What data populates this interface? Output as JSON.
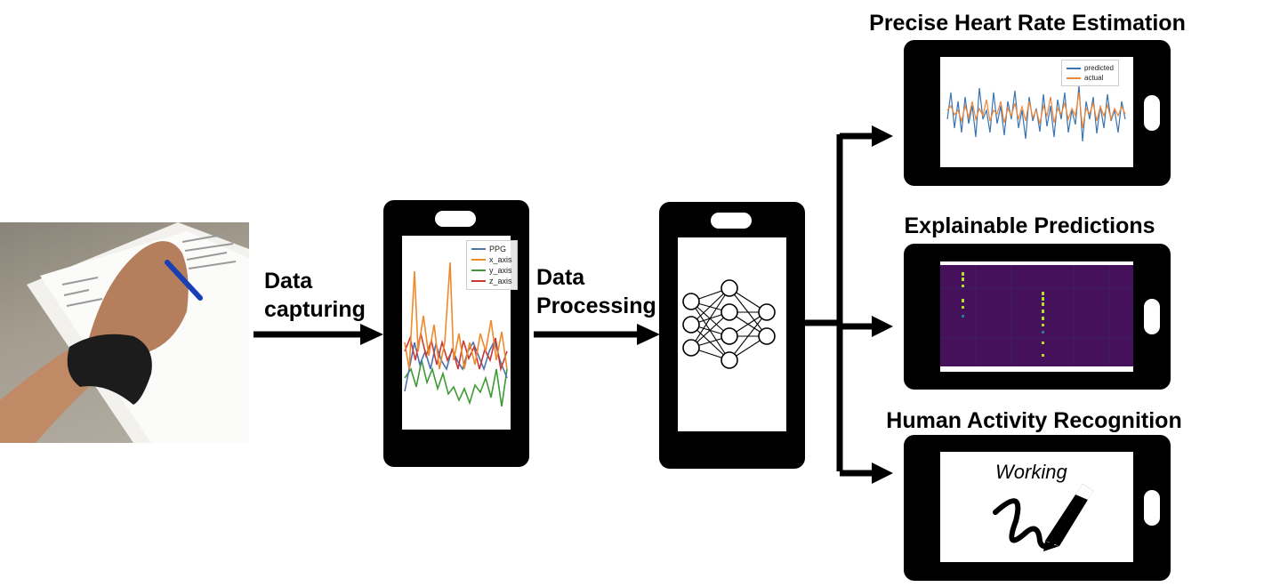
{
  "labels": {
    "data_capturing": [
      "Data",
      "capturing"
    ],
    "data_processing": [
      "Data",
      "Processing"
    ]
  },
  "outputs": {
    "heart_rate_title": "Precise Heart Rate Estimation",
    "explainable_title": "Explainable Predictions",
    "activity_title": "Human Activity Recognition",
    "activity_label": "Working"
  },
  "signal_legend": [
    {
      "name": "PPG",
      "color": "#4c72b0"
    },
    {
      "name": "x_axis",
      "color": "#ee8a2c"
    },
    {
      "name": "y_axis",
      "color": "#3e9a35"
    },
    {
      "name": "z_axis",
      "color": "#c83b35"
    }
  ],
  "hr_legend": [
    {
      "name": "predicted",
      "color": "#3b75af"
    },
    {
      "name": "actual",
      "color": "#ef8636"
    }
  ],
  "colors": {
    "heatmap_bg": "#44115a",
    "heatmap_bright": "#b5de2b"
  },
  "icons": {
    "neural_network": "neural-network-icon",
    "pen": "pen-icon",
    "wristband_photo": "person-writing-with-wristband-photo"
  }
}
